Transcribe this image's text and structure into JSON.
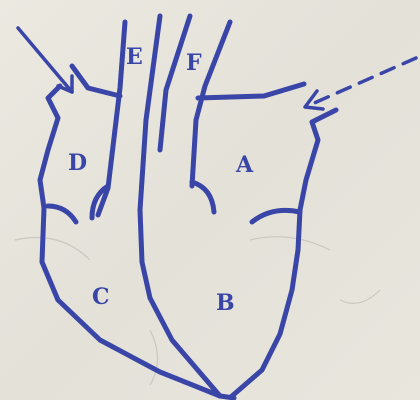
{
  "diagram": {
    "labels": {
      "A": "A",
      "B": "B",
      "C": "C",
      "D": "D",
      "E": "E",
      "F": "F"
    },
    "colors": {
      "ink": "#3a45a8",
      "paper": "#e9e6dc"
    },
    "arrows": [
      {
        "name": "solid-arrow",
        "style": "solid"
      },
      {
        "name": "dashed-arrow",
        "style": "dashed"
      }
    ]
  }
}
